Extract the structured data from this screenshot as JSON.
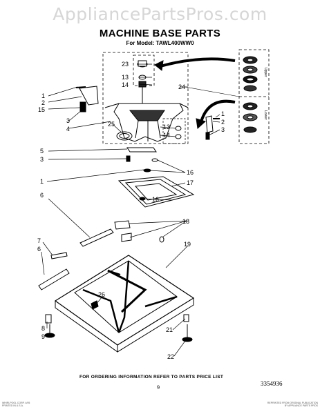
{
  "watermark": "AppliancePartsPros.com",
  "title": "MACHINE BASE PARTS",
  "subtitle": "For Model: TAWL400WW0",
  "callouts": {
    "c1": "1",
    "c2": "2",
    "c15": "15",
    "c3": "3",
    "c4": "4",
    "c23": "23",
    "c13": "13",
    "c14": "14",
    "c25": "25",
    "c24": "24",
    "c1r": "1",
    "c2r": "2",
    "c3r": "3",
    "c13r": "13",
    "c14r": "14",
    "c5": "5",
    "c3b": "3",
    "c1b": "1",
    "c6": "6",
    "c16a": "16",
    "c17": "17",
    "c16b": "16",
    "c18": "18",
    "c7": "7",
    "c6b": "6",
    "c19": "19",
    "c26": "26",
    "c8": "8",
    "c9": "9",
    "c21": "21",
    "c22": "22"
  },
  "kit_labels": {
    "upper": "Upper",
    "lower": "Lower"
  },
  "footer": "FOR ORDERING INFORMATION REFER TO PARTS PRICE LIST",
  "page_number": "9",
  "doc_number": "3354936",
  "fine_left": "WHIRLPOOL CORP. 4/95 PRINTED IN U.S.A.",
  "fine_right": "REPRINTED FROM ORIGINAL PUBLICATION BY APPLIANCE PARTS PROS"
}
